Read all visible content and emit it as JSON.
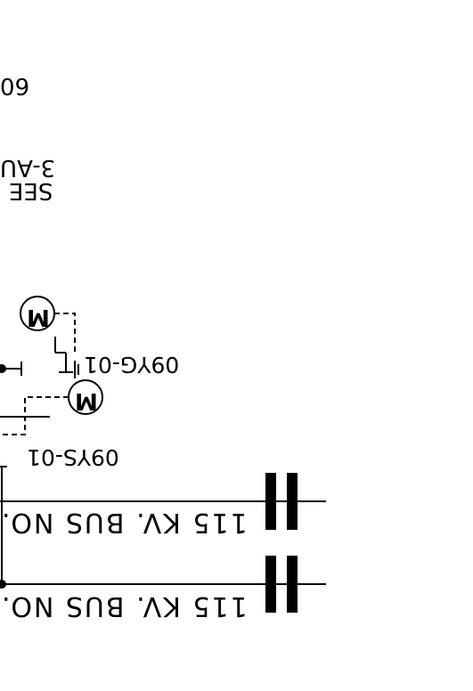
{
  "labels": {
    "top_number": "60",
    "see_line1": "3-AU",
    "see_line2": "SEE",
    "ground_switch": "09YG-01",
    "disconnect_switch": "09YS-01",
    "bus_1": "115 KV. BUS NO.",
    "bus_2": "115 KV. BUS NO."
  },
  "symbols": {
    "motor_operator": "M"
  },
  "colors": {
    "line": "#000000",
    "background": "#ffffff"
  }
}
